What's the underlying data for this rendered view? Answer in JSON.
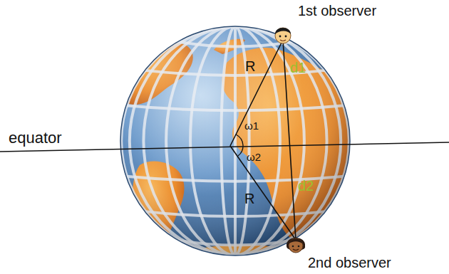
{
  "diagram": {
    "labels": [
      "1st observer",
      "equator",
      "R",
      "d1",
      "ω1",
      "ω2",
      "R",
      "d2",
      "2nd observer"
    ]
  }
}
